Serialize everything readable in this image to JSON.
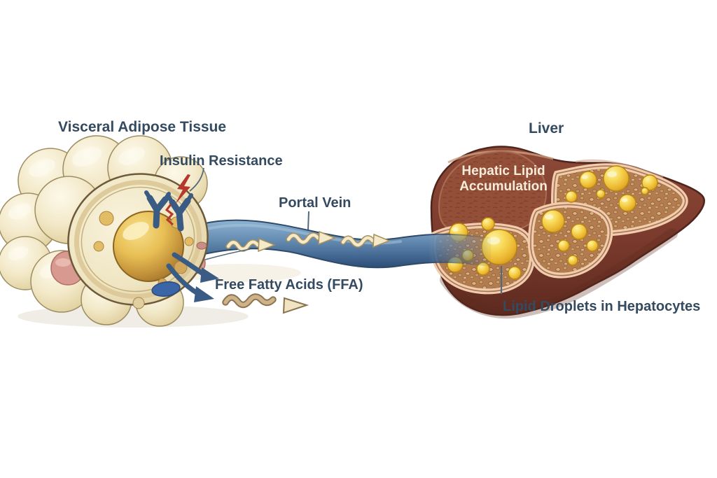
{
  "diagram": {
    "type": "medical-illustration",
    "topic": "Visceral adipose tissue, free fatty acid flux through the portal vein, and hepatic lipid accumulation",
    "labels": {
      "visceral_adipose_tissue": "Visceral Adipose Tissue",
      "insulin_resistance": "Insulin Resistance",
      "portal_vein": "Portal Vein",
      "free_fatty_acids": "Free Fatty Acids (FFA)",
      "liver": "Liver",
      "hepatic_lipid_line1": "Hepatic Lipid",
      "hepatic_lipid_line2": "Accumulation",
      "lipid_droplets_in_hepatocytes": "Lipid Droplets in Hepatocytes"
    },
    "icons": [
      {
        "name": "insulin-receptor-icon",
        "meaning": "blocked insulin receptor pair"
      },
      {
        "name": "lightning-bolt-icon",
        "meaning": "resistance / dysfunction alert"
      },
      {
        "name": "flow-arrow-icon",
        "meaning": "FFA flow direction inside portal vein"
      },
      {
        "name": "ffa-wave-arrow-icon",
        "meaning": "free fatty acid molecule leaving adipocyte"
      }
    ],
    "colors": {
      "background": "#ffffff",
      "label_text": "#344a60",
      "hepatic_text": "#f7ecd9",
      "adipocyte_cream": "#f2e7c6",
      "lipid_gold": "#d9a53a",
      "nucleus_blue": "#3a66a8",
      "receptor_blue": "#3a5c84",
      "alert_red": "#b5382a",
      "vein_blue": "#5b81a8",
      "vein_arrow_cream": "#f2e6c4",
      "liver_maroon": "#7d3c2e",
      "liver_lobe": "#95503a",
      "parenchyma_tan": "#b07a4a",
      "septa_pink": "#f0cdab",
      "droplet_yellow": "#f3cc4e",
      "ffa_wave_tan": "#cdb28a",
      "pink_cell": "#d89a90"
    }
  }
}
